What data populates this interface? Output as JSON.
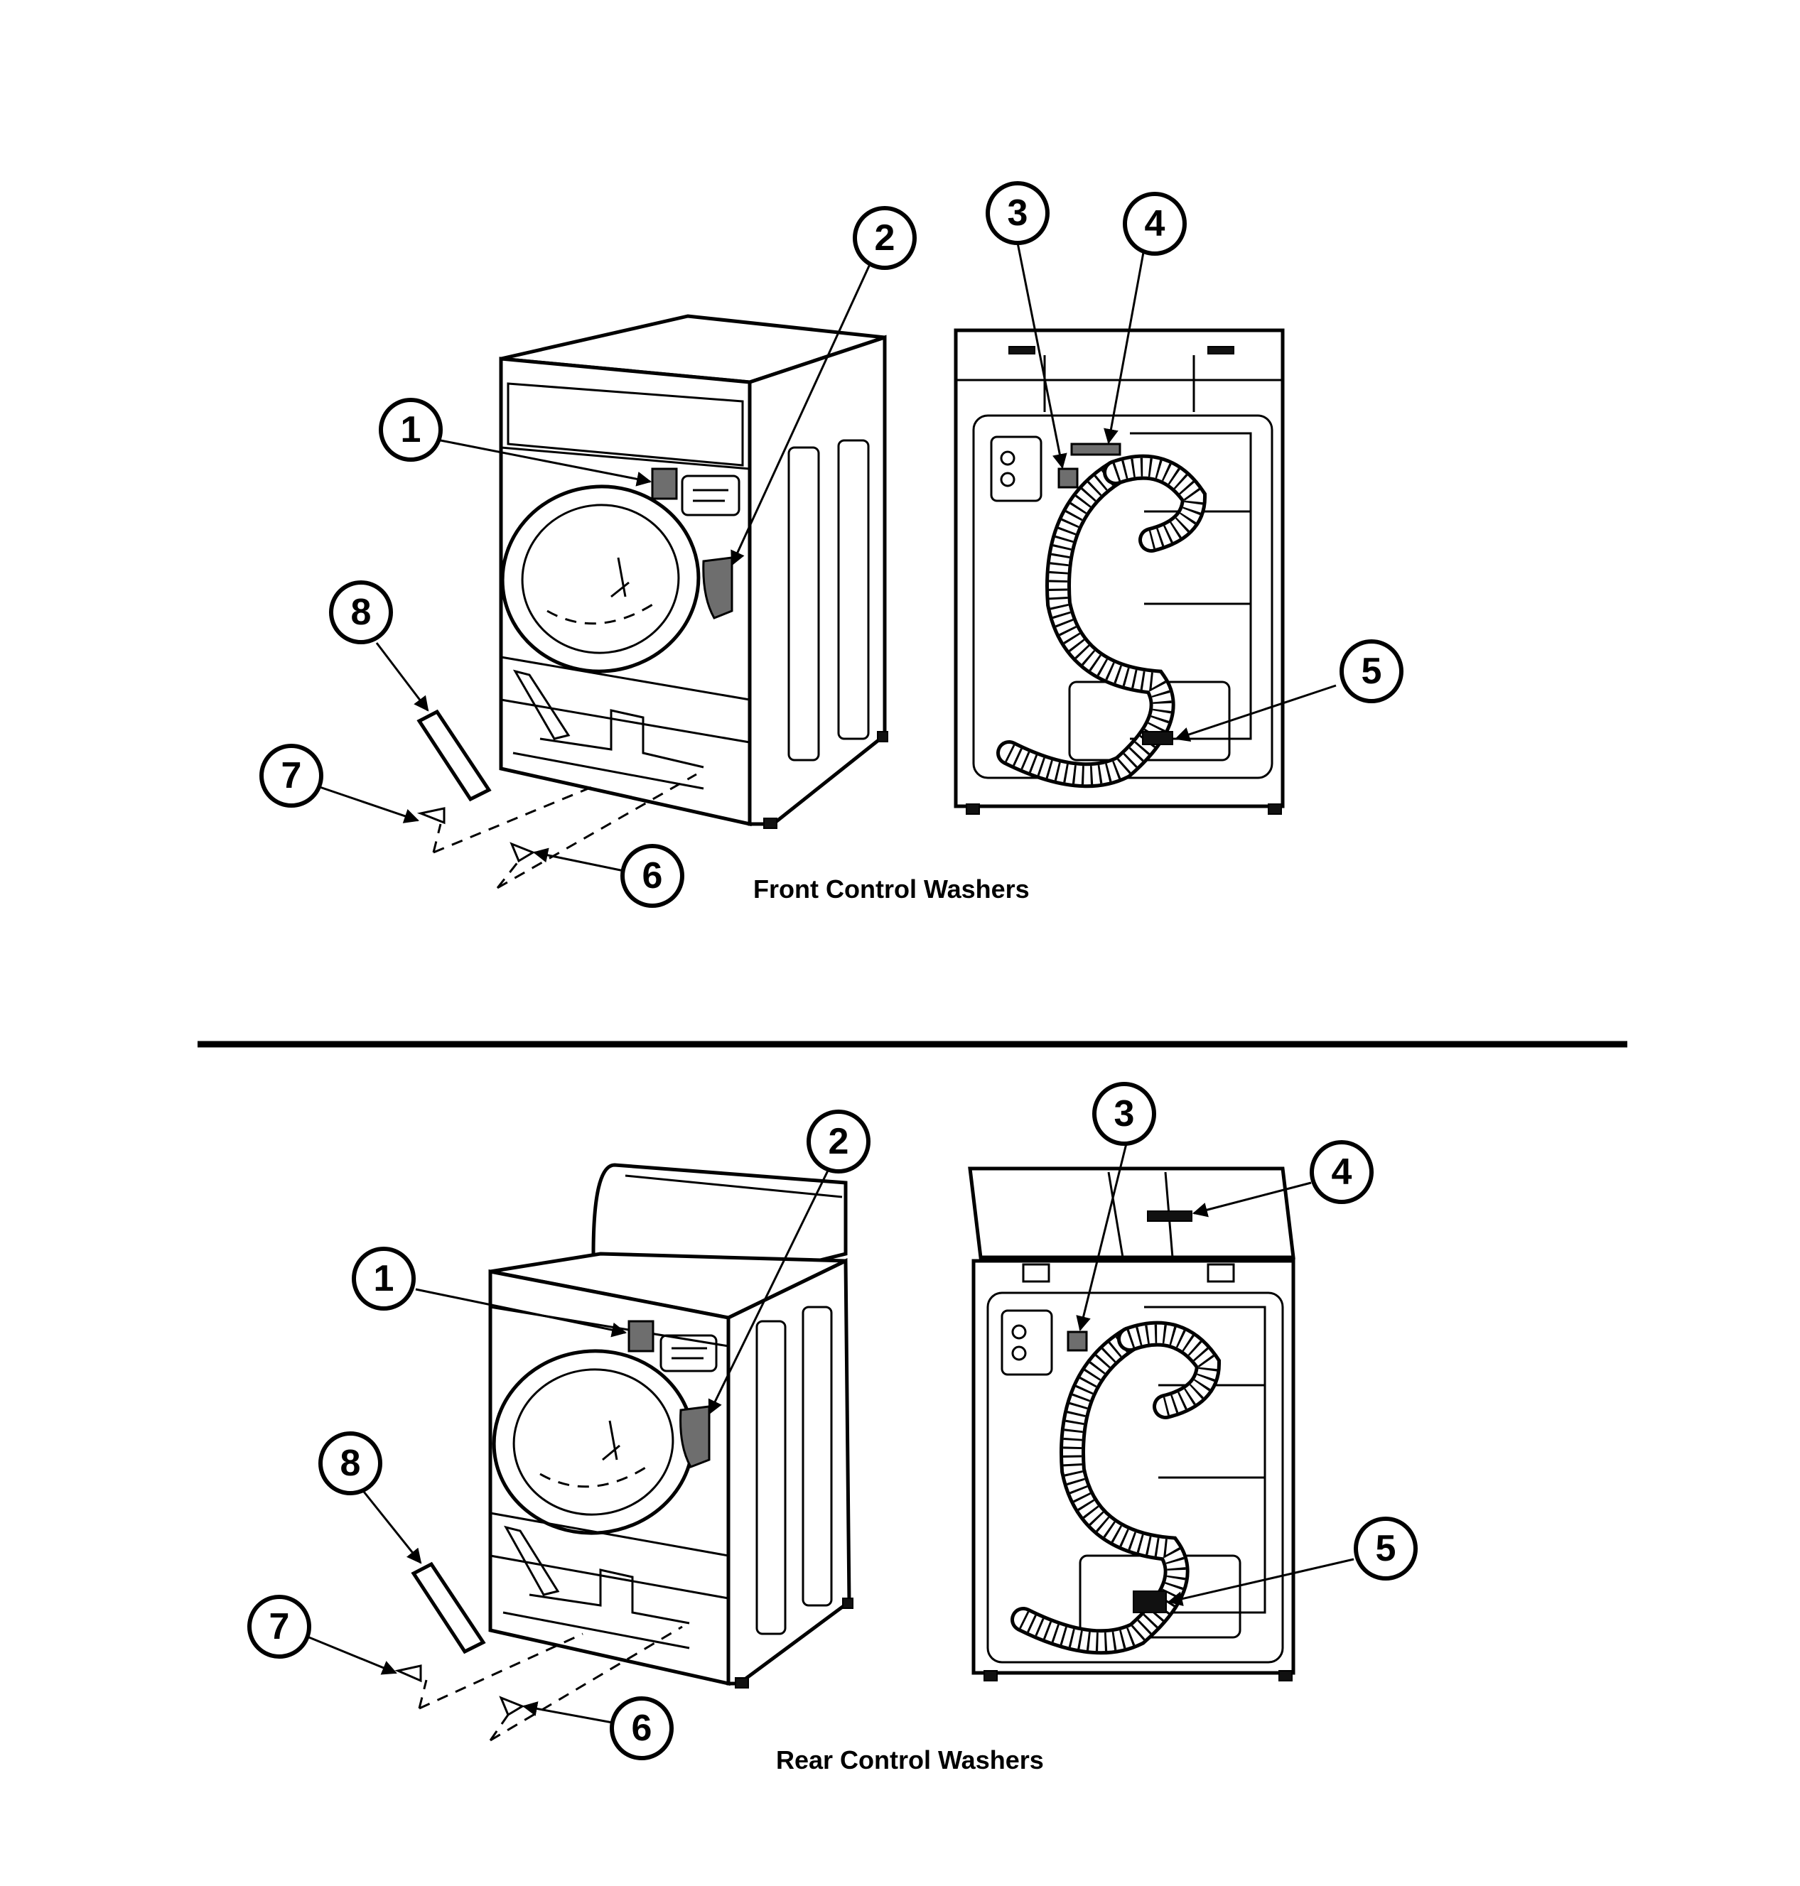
{
  "sections": [
    {
      "id": "front",
      "caption": "Front Control Washers",
      "callouts": [
        "1",
        "2",
        "3",
        "4",
        "5",
        "6",
        "7",
        "8"
      ]
    },
    {
      "id": "rear",
      "caption": "Rear Control Washers",
      "callouts": [
        "1",
        "2",
        "3",
        "4",
        "5",
        "6",
        "7",
        "8"
      ]
    }
  ]
}
